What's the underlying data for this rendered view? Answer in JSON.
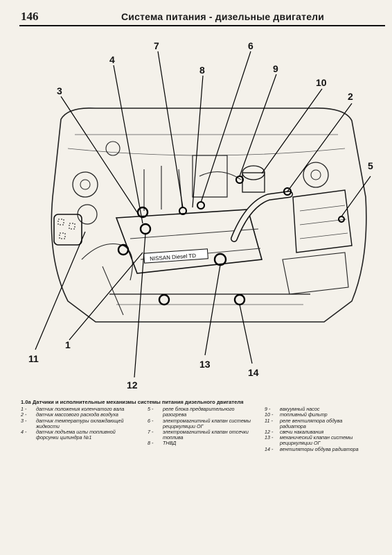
{
  "header": {
    "page_number": "146",
    "running_title": "Система питания - дизельные двигатели"
  },
  "figure": {
    "engine_badge": "NISSAN Diesel TD",
    "callouts": [
      "1",
      "2",
      "3",
      "4",
      "5",
      "6",
      "7",
      "8",
      "9",
      "10",
      "11",
      "12",
      "13",
      "14"
    ]
  },
  "caption": {
    "title": "1.0а Датчики и исполнительные механизмы системы питания дизельного двигателя",
    "legend": [
      {
        "n": "1 -",
        "t": "датчик положения коленчатого вала"
      },
      {
        "n": "2 -",
        "t": "датчик массового расхода воздуха"
      },
      {
        "n": "3 -",
        "t": "датчик температуры охлаждающей жидкости"
      },
      {
        "n": "4 -",
        "t": "датчик подъема иглы топливной форсунки цилиндра №1"
      },
      {
        "n": "5 -",
        "t": "реле блока предварительного разогрева"
      },
      {
        "n": "6 -",
        "t": "электромагнитный клапан системы рециркуляции ОГ"
      },
      {
        "n": "7 -",
        "t": "электромагнитный клапан отсечки топлива"
      },
      {
        "n": "8 -",
        "t": "ТНВД"
      },
      {
        "n": "9 -",
        "t": "вакуумный насос"
      },
      {
        "n": "10 -",
        "t": "топливный фильтр"
      },
      {
        "n": "11 -",
        "t": "реле вентилятора обдува радиатора"
      },
      {
        "n": "12 -",
        "t": "свечи накаливания"
      },
      {
        "n": "13 -",
        "t": "механический клапан системы рециркуляции ОГ"
      },
      {
        "n": "14 -",
        "t": "вентиляторы обдува радиатора"
      }
    ]
  }
}
